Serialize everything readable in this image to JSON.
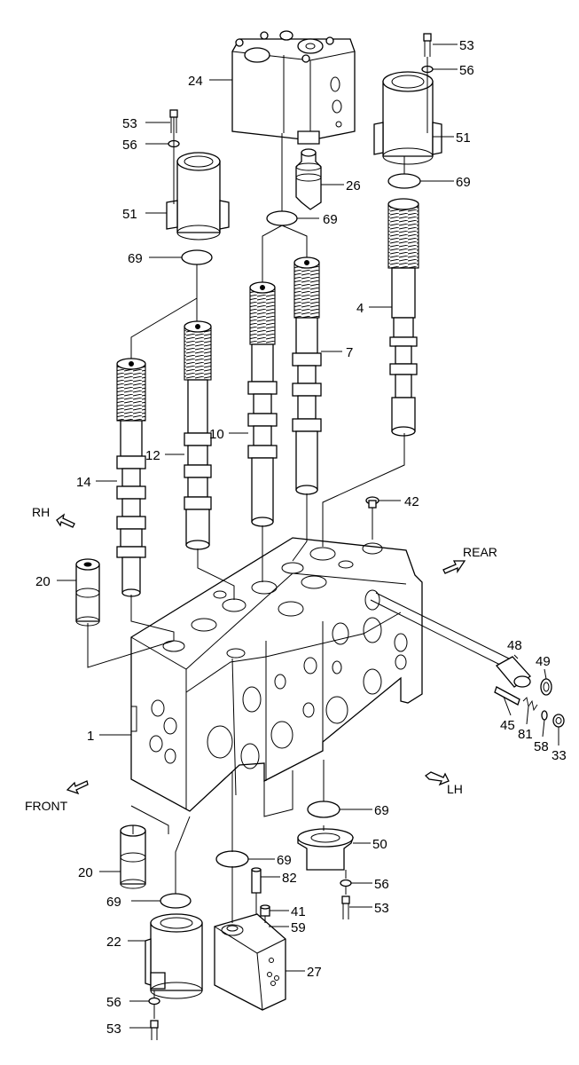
{
  "directions": {
    "rh": "RH",
    "rear": "REAR",
    "front": "FRONT",
    "lh": "LH"
  },
  "callouts": [
    {
      "id": "c53a",
      "text": "53"
    },
    {
      "id": "c56a",
      "text": "56"
    },
    {
      "id": "c24",
      "text": "24"
    },
    {
      "id": "c51a",
      "text": "51"
    },
    {
      "id": "c53b",
      "text": "53"
    },
    {
      "id": "c56b",
      "text": "56"
    },
    {
      "id": "c26",
      "text": "26"
    },
    {
      "id": "c69a",
      "text": "69"
    },
    {
      "id": "c51b",
      "text": "51"
    },
    {
      "id": "c69b",
      "text": "69"
    },
    {
      "id": "c69c",
      "text": "69"
    },
    {
      "id": "c4",
      "text": "4"
    },
    {
      "id": "c7",
      "text": "7"
    },
    {
      "id": "c10",
      "text": "10"
    },
    {
      "id": "c12",
      "text": "12"
    },
    {
      "id": "c14",
      "text": "14"
    },
    {
      "id": "c42",
      "text": "42"
    },
    {
      "id": "c20a",
      "text": "20"
    },
    {
      "id": "c48",
      "text": "48"
    },
    {
      "id": "c49",
      "text": "49"
    },
    {
      "id": "c45",
      "text": "45"
    },
    {
      "id": "c81",
      "text": "81"
    },
    {
      "id": "c58",
      "text": "58"
    },
    {
      "id": "c33",
      "text": "33"
    },
    {
      "id": "c1",
      "text": "1"
    },
    {
      "id": "c69d",
      "text": "69"
    },
    {
      "id": "c50",
      "text": "50"
    },
    {
      "id": "c20b",
      "text": "20"
    },
    {
      "id": "c69e",
      "text": "69"
    },
    {
      "id": "c82",
      "text": "82"
    },
    {
      "id": "c56c",
      "text": "56"
    },
    {
      "id": "c69f",
      "text": "69"
    },
    {
      "id": "c41",
      "text": "41"
    },
    {
      "id": "c53c",
      "text": "53"
    },
    {
      "id": "c59",
      "text": "59"
    },
    {
      "id": "c22",
      "text": "22"
    },
    {
      "id": "c27",
      "text": "27"
    },
    {
      "id": "c56d",
      "text": "56"
    },
    {
      "id": "c53d",
      "text": "53"
    }
  ]
}
